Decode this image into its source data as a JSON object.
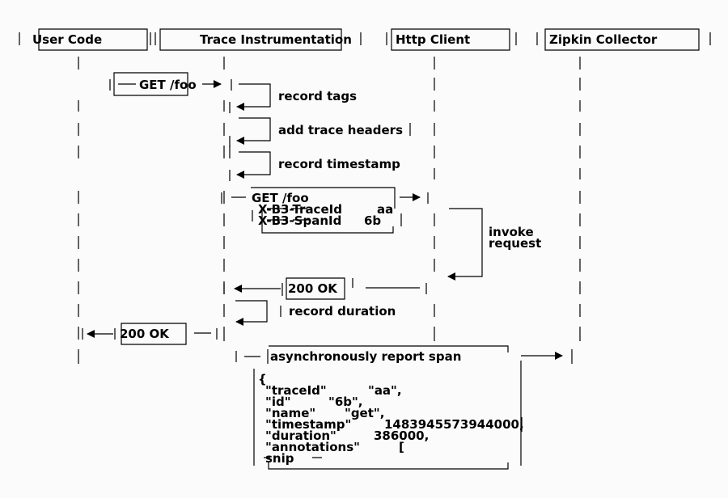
{
  "participants": [
    "User Code",
    "Trace Instrumentation",
    "Http Client",
    "Zipkin Collector"
  ],
  "steps": {
    "user_request": "GET /foo",
    "record_tags": "record tags",
    "add_trace_headers": "add trace headers",
    "record_timestamp": "record timestamp",
    "outgoing_request": [
      "GET /foo",
      "X-B3-TraceId",
      "aa",
      "X-B3-SpanId",
      "6b"
    ],
    "invoke_request": [
      "invoke",
      "request"
    ],
    "http_response": "200 OK",
    "record_duration": "record duration",
    "user_response": "200 OK",
    "report_span": "asynchronously report span"
  },
  "span_json": {
    "open": "{",
    "keys": [
      "\"traceId\"",
      "\"id\"",
      "\"name\"",
      "\"timestamp\"",
      "\"duration\"",
      "\"annotations\""
    ],
    "values": [
      "\"aa\",",
      "\"6b\",",
      "\"get\",",
      "1483945573944000,",
      "386000,",
      "["
    ],
    "tail": "snip"
  }
}
